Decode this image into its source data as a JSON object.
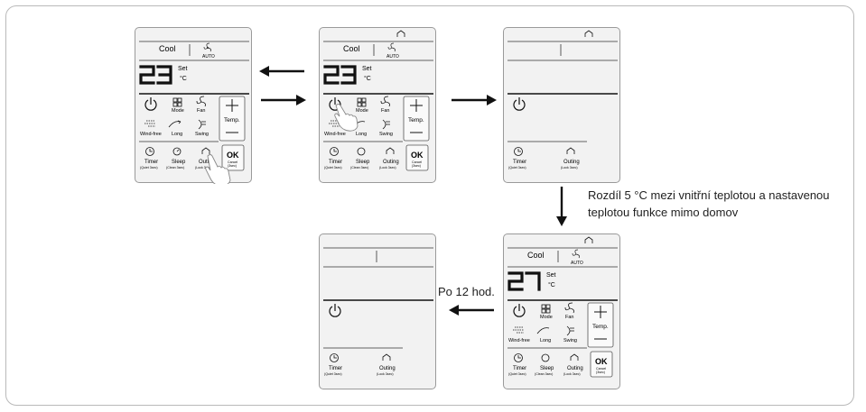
{
  "remote": {
    "mode": "Cool",
    "fan_auto": "AUTO",
    "set": "Set",
    "unit": "°C",
    "temp_initial": "23",
    "temp_after": "27",
    "btn_mode": "Mode",
    "btn_fan": "Fan",
    "btn_temp": "Temp.",
    "btn_windfree": "Wind-free",
    "btn_long": "Long",
    "btn_swing": "Swing",
    "btn_timer": "Timer",
    "btn_timer_sub": "(Quiet 3sec)",
    "btn_sleep": "Sleep",
    "btn_sleep_sub": "(Clean 3sec)",
    "btn_outing": "Outing",
    "btn_outing_sub": "(Lock 3sec)",
    "btn_ok": "OK",
    "btn_ok_sub1": "Cancel",
    "btn_ok_sub2": "(3sec)"
  },
  "captions": {
    "condition_line1": "Rozdíl 5 °C mezi vnitřní teplotou a nastavenou",
    "condition_line2": "teplotou funkce mimo domov",
    "after_time": "Po 12 hod."
  },
  "icons": [
    "power-icon",
    "mode-icon",
    "fan-icon",
    "windfree-icon",
    "long-icon",
    "swing-icon",
    "timer-icon",
    "sleep-icon",
    "outing-icon",
    "hand-pointer-icon",
    "arrow-icon"
  ]
}
